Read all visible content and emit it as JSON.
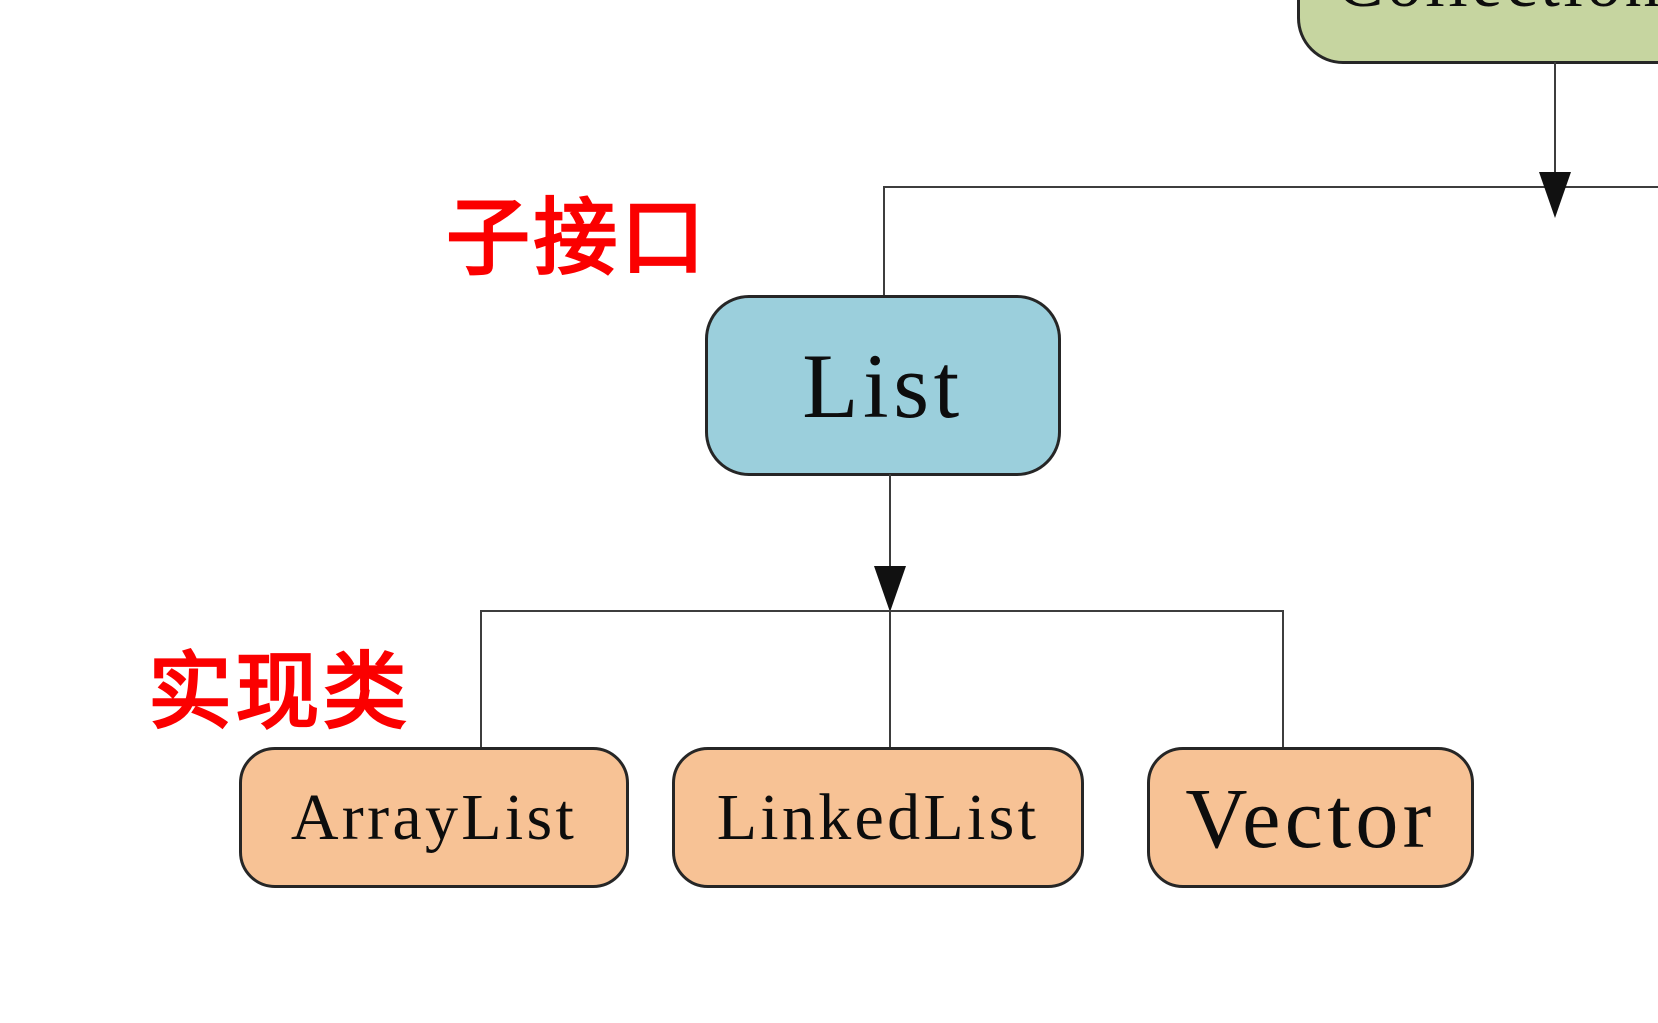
{
  "background": "#ffffff",
  "colors": {
    "line": "#3d3d3d",
    "border": "#262626",
    "arrow": "#111111"
  },
  "nodes": {
    "collection": {
      "label": "Collection",
      "fill": "#c6d5a0"
    },
    "list": {
      "label": "List",
      "fill": "#9bcfdc"
    },
    "arraylist": {
      "label": "ArrayList",
      "fill": "#f7c295"
    },
    "linkedlist": {
      "label": "LinkedList",
      "fill": "#f7c295"
    },
    "vector": {
      "label": "Vector",
      "fill": "#f7c295"
    }
  },
  "annotations": {
    "sub_interface": {
      "text": "子接口",
      "color": "#fb0000"
    },
    "impl_class": {
      "text": "实现类",
      "color": "#fb0000"
    }
  },
  "edges": [
    {
      "from": "collection",
      "to": "list",
      "arrow": true
    },
    {
      "from": "list",
      "to": "arraylist",
      "arrow": true
    },
    {
      "from": "list",
      "to": "linkedlist",
      "arrow": true
    },
    {
      "from": "list",
      "to": "vector",
      "arrow": true
    }
  ]
}
